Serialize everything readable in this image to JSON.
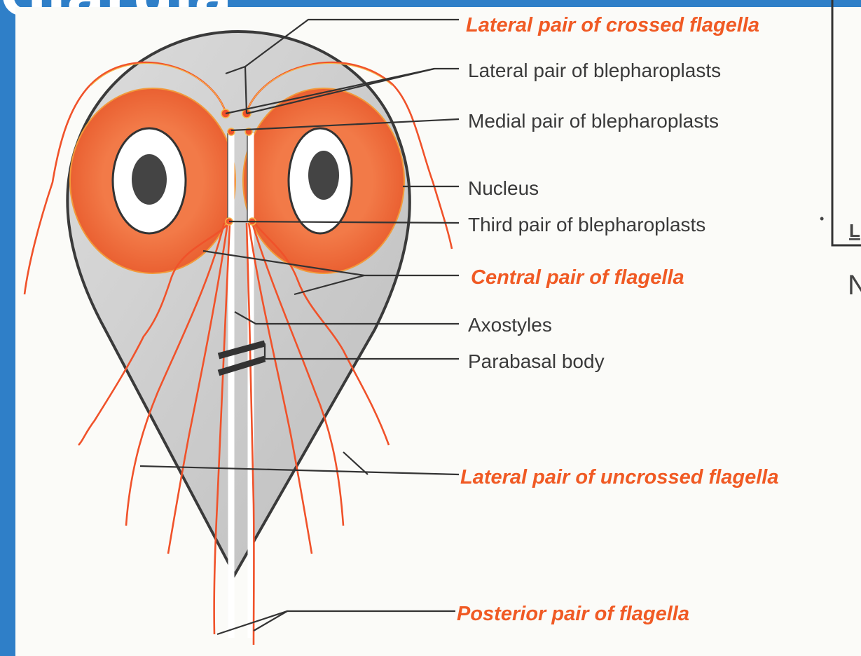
{
  "slide": {
    "title_fragment": "Giardia"
  },
  "labels": {
    "lateral_crossed": "Lateral pair of crossed flagella",
    "lateral_bleph": "Lateral pair of blepharoplasts",
    "medial_bleph": "Medial pair of blepharoplasts",
    "nucleus": "Nucleus",
    "third_bleph": "Third pair of blepharoplasts",
    "central_flag": "Central pair of flagella",
    "axostyles": "Axostyles",
    "parabasal": "Parabasal body",
    "lateral_uncrossed": "Lateral pair of uncrossed flagella",
    "posterior_flag": "Posterior pair of flagella"
  },
  "right_panel": {
    "fragment_letter": "L",
    "fragment_text": "N"
  },
  "colors": {
    "slide_bg": "#2f7fc8",
    "body_fill": "#cfcfcf",
    "nucleus_ring": "#ef6a3a",
    "flagella": "#f0522a",
    "highlight_label": "#f05a24",
    "normal_label": "#3a3a3a"
  }
}
